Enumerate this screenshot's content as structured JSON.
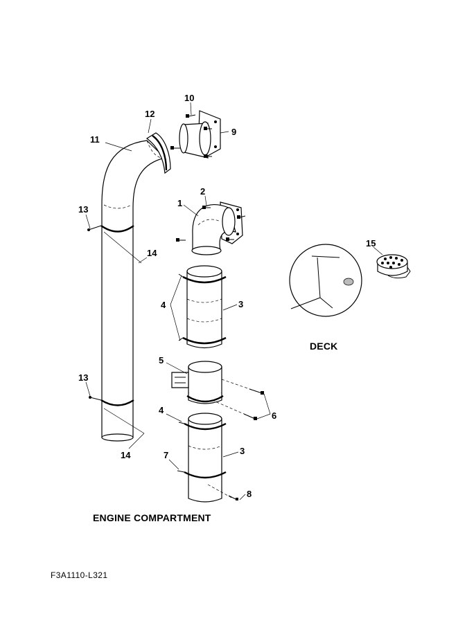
{
  "callouts": {
    "c10": "10",
    "c12": "12",
    "c9": "9",
    "c11": "11",
    "c2": "2",
    "c1": "1",
    "c13a": "13",
    "c14a": "14",
    "c15": "15",
    "c4a": "4",
    "c3a": "3",
    "c5": "5",
    "c13b": "13",
    "c6": "6",
    "c4b": "4",
    "c14b": "14",
    "c7": "7",
    "c3b": "3",
    "c8": "8"
  },
  "labels": {
    "deck": "DECK",
    "engine_compartment": "ENGINE COMPARTMENT",
    "figure_code": "F3A1110-L321"
  }
}
